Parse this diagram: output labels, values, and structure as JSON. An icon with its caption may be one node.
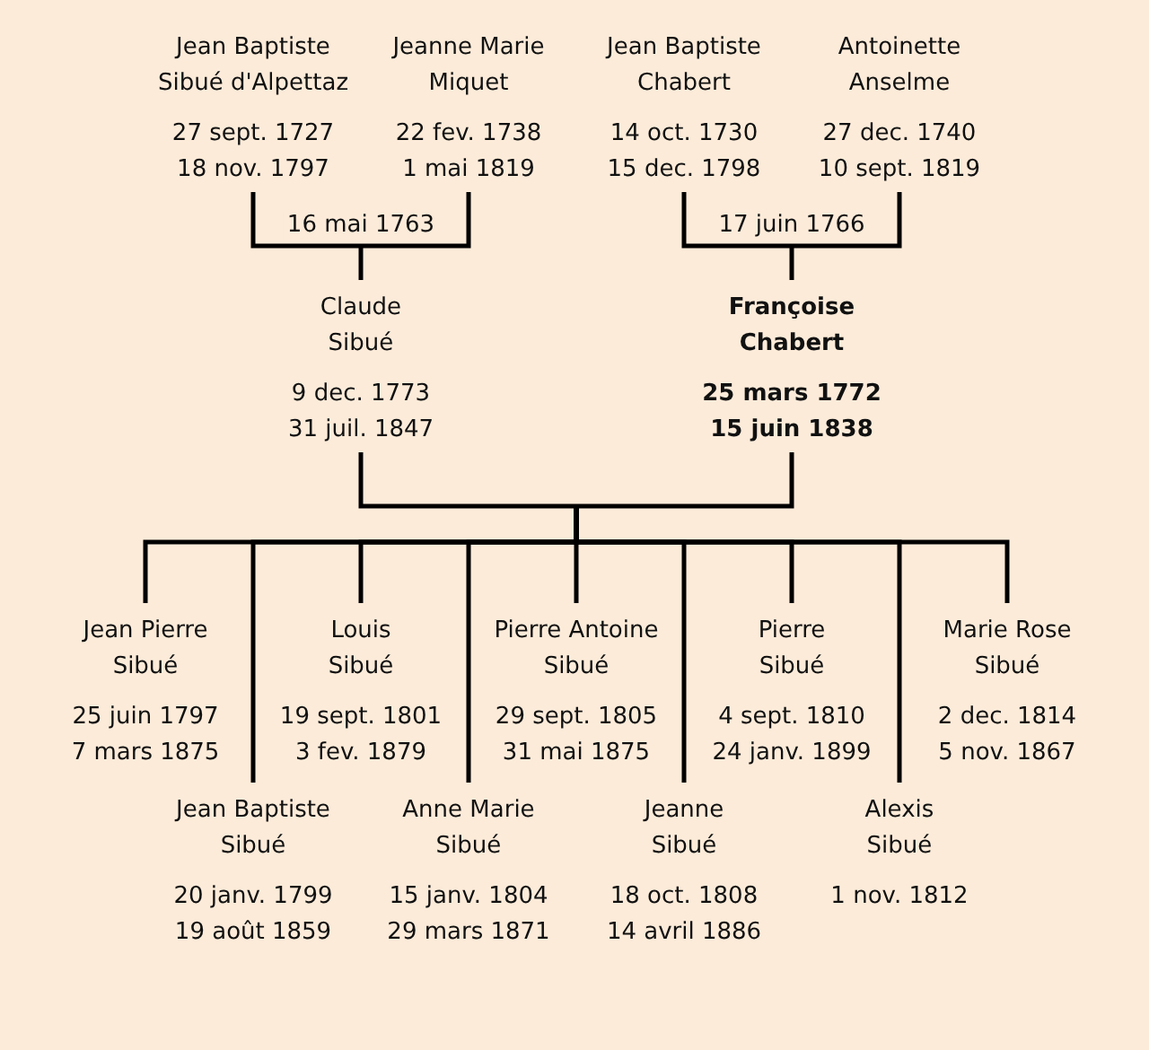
{
  "diagram": {
    "nodes": [
      {
        "text": [
          "Jean Baptiste Sibué d'Alpettaz",
          "27 sept. 1727",
          "18 nov. 1797"
        ]
      },
      {
        "text": [
          "Jeanne Marie Miquet",
          "22 fev. 1738",
          "1 mai 1819"
        ]
      },
      {
        "text": [
          "Jean Baptiste Chabert",
          "14 oct. 1730",
          "15 dec. 1798"
        ]
      },
      {
        "text": [
          "Antoinette Anselme",
          "27 dec. 1740",
          "10 sept. 1819"
        ]
      },
      {
        "text": [
          "Claude Sibué",
          "9 dec. 1773",
          "31 juil. 1847"
        ]
      },
      {
        "text": [
          "Françoise Chabert",
          "25 mars 1772",
          "15 juin 1838"
        ]
      },
      {
        "text": [
          "Jean Pierre Sibué",
          "25 juin 1797",
          "7 mars 1875"
        ]
      },
      {
        "text": [
          "Louis Sibué",
          "19 sept. 1801",
          "3 fev. 1879"
        ]
      },
      {
        "text": [
          "Pierre Antoine Sibué",
          "29 sept. 1805",
          "31 mai 1875"
        ]
      },
      {
        "text": [
          "Pierre Sibué",
          "4 sept. 1810",
          "24 janv. 1899"
        ]
      },
      {
        "text": [
          "Marie Rose Sibué",
          "2 dec. 1814",
          "5 nov. 1867"
        ]
      },
      {
        "text": [
          "Jean Baptiste Sibué",
          "20 janv. 1799",
          "19 août 1859"
        ]
      },
      {
        "text": [
          "Anne Marie Sibué",
          "15 janv. 1804",
          "29 mars 1871"
        ]
      },
      {
        "text": [
          "Jeanne Sibué",
          "18 oct. 1808",
          "14 avril 1886"
        ]
      },
      {
        "text": [
          "Alexis Sibué",
          "1 nov. 1812"
        ]
      }
    ],
    "edges": [
      {
        "from": 0,
        "to": 1,
        "arrow": "none",
        "label": "16 mai 1763"
      },
      {
        "from": 0,
        "to": 4,
        "arrow": "none"
      },
      {
        "from": 1,
        "to": 4,
        "arrow": "none"
      },
      {
        "from": 2,
        "to": 3,
        "arrow": "none",
        "label": "17 juin 1766"
      },
      {
        "from": 2,
        "to": 5,
        "arrow": "none"
      },
      {
        "from": 3,
        "to": 5,
        "arrow": "none"
      },
      {
        "from": 4,
        "to": 5,
        "arrow": "none"
      },
      {
        "from": 4,
        "to": 6,
        "arrow": "none"
      },
      {
        "from": 5,
        "to": 6,
        "arrow": "none"
      },
      {
        "from": 4,
        "to": 7,
        "arrow": "none"
      },
      {
        "from": 5,
        "to": 7,
        "arrow": "none"
      },
      {
        "from": 4,
        "to": 8,
        "arrow": "none"
      },
      {
        "from": 5,
        "to": 8,
        "arrow": "none"
      },
      {
        "from": 4,
        "to": 9,
        "arrow": "none"
      },
      {
        "from": 5,
        "to": 9,
        "arrow": "none"
      },
      {
        "from": 4,
        "to": 10,
        "arrow": "none"
      },
      {
        "from": 5,
        "to": 10,
        "arrow": "none"
      },
      {
        "from": 4,
        "to": 11,
        "arrow": "none"
      },
      {
        "from": 5,
        "to": 11,
        "arrow": "none"
      },
      {
        "from": 4,
        "to": 12,
        "arrow": "none"
      },
      {
        "from": 5,
        "to": 12,
        "arrow": "none"
      },
      {
        "from": 4,
        "to": 13,
        "arrow": "none"
      },
      {
        "from": 5,
        "to": 13,
        "arrow": "none"
      },
      {
        "from": 4,
        "to": 14,
        "arrow": "none"
      },
      {
        "from": 5,
        "to": 14,
        "arrow": "none"
      }
    ]
  }
}
